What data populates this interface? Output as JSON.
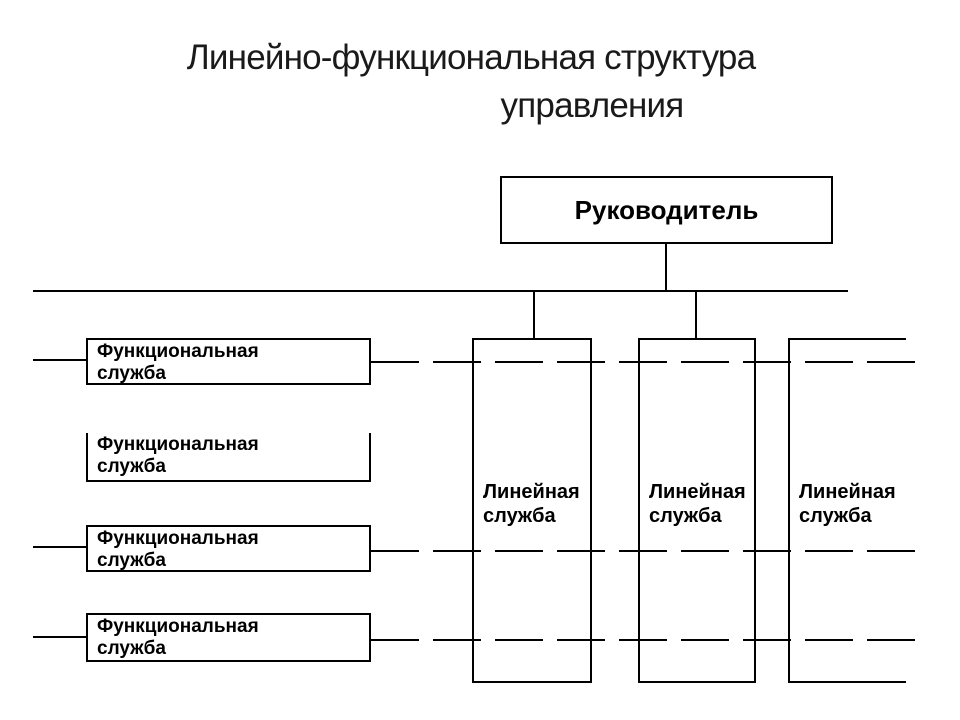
{
  "title": {
    "line1": "Линейно-функциональная структура",
    "line2": "управления"
  },
  "director": {
    "label": "Руководитель"
  },
  "functional_services": [
    {
      "lines": [
        "Функциональная",
        "служба"
      ]
    },
    {
      "lines": [
        "Функциональная",
        "служба"
      ]
    },
    {
      "lines": [
        "Функциональная",
        "служба"
      ]
    },
    {
      "lines": [
        "Функциональная",
        "служба"
      ]
    }
  ],
  "linear_services": [
    {
      "lines": [
        "Линейная",
        "служба"
      ]
    },
    {
      "lines": [
        "Линейная",
        "служба"
      ]
    },
    {
      "lines": [
        "Линейная",
        "служба"
      ]
    }
  ],
  "colors": {
    "stroke": "#000000",
    "text": "#000000",
    "title_text": "#1a1a1a",
    "background": "#ffffff"
  }
}
